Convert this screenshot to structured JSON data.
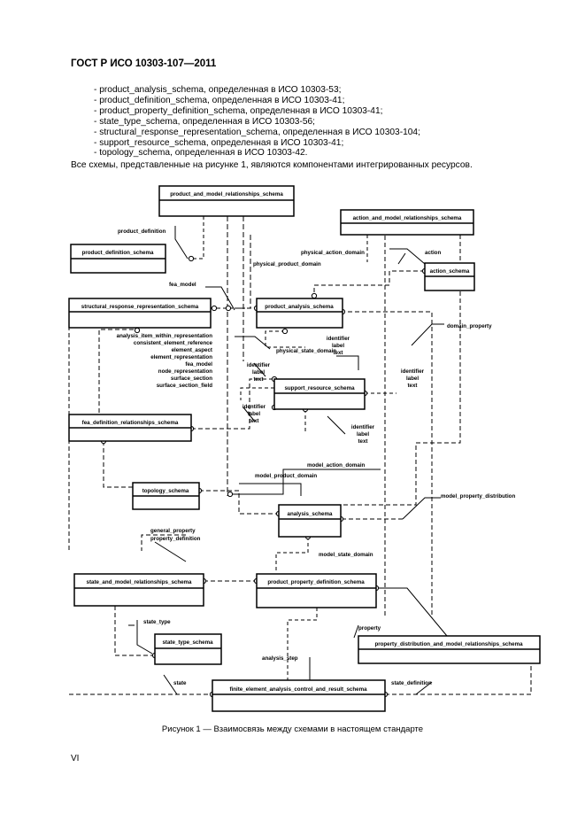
{
  "header": {
    "title": "ГОСТ Р ИСО 10303-107—2011"
  },
  "bullets": [
    "- product_analysis_schema, определенная в ИСО 10303-53;",
    "- product_definition_schema, определенная в ИСО 10303-41;",
    "- product_property_definition_schema, определенная в ИСО 10303-41;",
    "- state_type_schema, определенная в ИСО 10303-56;",
    "- structural_response_representation_schema, определенная в ИСО 10303-104;",
    "- support_resource_schema, определенная в ИСО 10303-41;",
    "- topology_schema, определенная в ИСО 10303-42."
  ],
  "intro": "Все схемы, представленные на рисунке 1, являются компонентами интегрированных ресурсов.",
  "diagram": {
    "boxes": {
      "product_and_model_relationships": "product_and_model_relationships_schema",
      "action_and_model_relationships": "action_and_model_relationships_schema",
      "product_definition": "product_definition_schema",
      "action": "action_schema",
      "structural_response": "structural_response_representation_schema",
      "product_analysis": "product_analysis_schema",
      "support_resource": "support_resource_schema",
      "fea_definition_relationships": "fea_definition_relationships_schema",
      "topology": "topology_schema",
      "analysis": "analysis_schema",
      "state_and_model_relationships": "state_and_model_relationships_schema",
      "product_property_definition": "product_property_definition_schema",
      "state_type": "state_type_schema",
      "property_distribution_relationships": "property_distribution_and_model_relationships_schema",
      "finite_element_analysis": "finite_element_analysis_control_and_result_schema"
    },
    "labels": {
      "product_definition": "product_definition",
      "physical_action_domain": "physical_action_domain",
      "action": "action",
      "physical_product_domain": "physical_product_domain",
      "fea_model": "fea_model",
      "domain_property": "domain_property",
      "analysis_item_list": [
        "analysis_item_within_representation",
        "consistent_element_reference",
        "element_aspect",
        "element_representation",
        "fea_model",
        "node_representation",
        "surface_section",
        "surface_section_field"
      ],
      "physical_state_domain": "physical_state_domain",
      "id_label_text": [
        "identifier",
        "label",
        "text"
      ],
      "model_action_domain": "model_action_domain",
      "model_product_domain": "model_product_domain",
      "model_property_distribution": "model_property_distribution",
      "general_property": "general_property",
      "property_definition": "property_definition",
      "model_state_domain": "model_state_domain",
      "property": "property",
      "state_type": "state_type",
      "analysis_step": "analysis_step",
      "state": "state",
      "state_definition": "state_definition"
    }
  },
  "caption": "Рисунок 1 — Взаимосвязь между схемами в настоящем стандарте",
  "footer": {
    "page_number": "VI"
  }
}
